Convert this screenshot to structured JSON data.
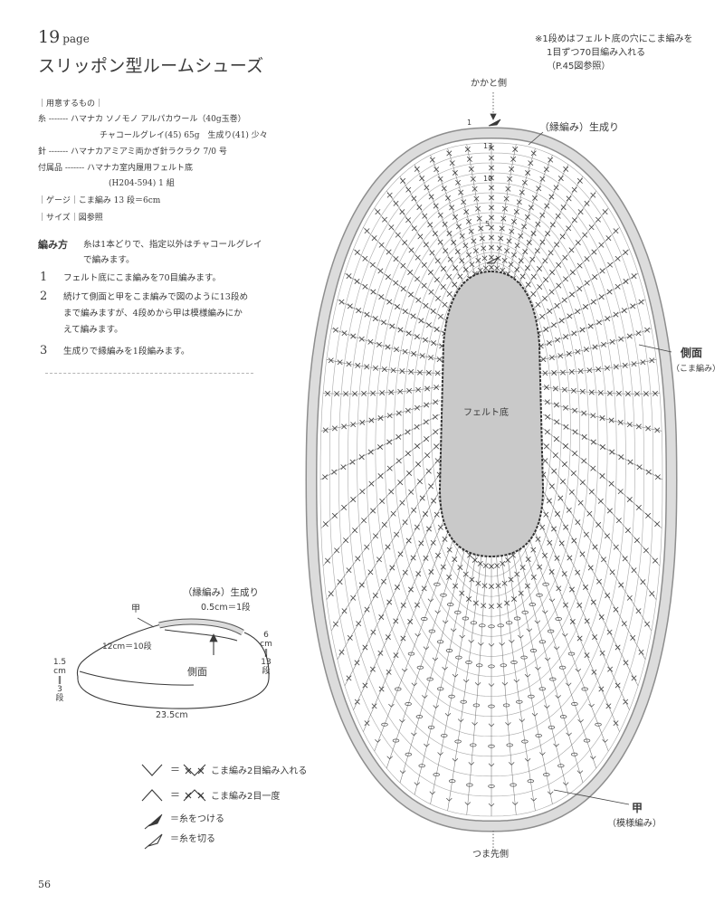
{
  "page_header": {
    "number": "19",
    "label": "page"
  },
  "title": "スリッポン型ルームシューズ",
  "materials": {
    "heading": "｜用意するもの｜",
    "lines": [
      "糸 ------- ハマナカ ソノモノ アルパカウール（40g玉巻）",
      "チャコールグレイ(45) 65g　生成り(41) 少々",
      "針 ------- ハマナカアミアミ両かぎ針ラクラク 7/0 号",
      "付属品 ------- ハマナカ室内履用フェルト底",
      "(H204-594) 1 組"
    ]
  },
  "gauge": "｜ゲージ｜こま編み 13 段＝6cm",
  "size": "｜サイズ｜図参照",
  "method": {
    "heading": "編み方",
    "intro": [
      "糸は1本どりで、指定以外はチャコールグレイ",
      "で編みます。"
    ],
    "steps": [
      {
        "num": "1",
        "lines": [
          "フェルト底にこま編みを70目編みます。"
        ]
      },
      {
        "num": "2",
        "lines": [
          "続けて側面と甲をこま編みで図のように13段め",
          "まで編みますが、4段めから甲は模様編みにか",
          "えて編みます。"
        ]
      },
      {
        "num": "3",
        "lines": [
          "生成りで縁編みを1段編みます。"
        ]
      }
    ]
  },
  "note": [
    "※1段めはフェルト底の穴にこま編みを",
    "1目ずつ70目編み入れる",
    "（P.45図参照）"
  ],
  "chart": {
    "heel_label": "かかと側",
    "edging_label": "（縁編み）生成り",
    "side_label": "側面",
    "side_stitch": "（こま編み）",
    "sole_label": "フェルト底",
    "instep_label": "甲",
    "instep_stitch": "（模様編み）",
    "toe_label": "つま先側",
    "row_marks": [
      "1",
      "13",
      "10",
      "5"
    ]
  },
  "side_view": {
    "edging_label": "（縁編み）生成り",
    "edging_height": "0.5cm＝1段",
    "instep_label": "甲",
    "instep_length": "12cm＝10段",
    "side_label": "側面",
    "heel_height": [
      "6",
      "cm",
      "‖",
      "13",
      "段"
    ],
    "toe_height": [
      "1.5",
      "cm",
      "‖",
      "3",
      "段"
    ],
    "length": "23.5cm"
  },
  "legend": [
    {
      "icon": "increase-symbol",
      "eq": "＝",
      "text": "こま編み2目編み入れる"
    },
    {
      "icon": "decrease-symbol",
      "eq": "＝",
      "text": "こま編み2目一度"
    },
    {
      "icon": "join-yarn-symbol",
      "eq": "＝",
      "text": "糸をつける"
    },
    {
      "icon": "cut-yarn-symbol",
      "eq": "＝",
      "text": "糸を切る"
    }
  ],
  "page_number": "56",
  "colors": {
    "ink": "#3a3a3a",
    "felt_sole": "#c9c9c9",
    "edging_band": "#dcdcdc",
    "paper": "#ffffff"
  }
}
